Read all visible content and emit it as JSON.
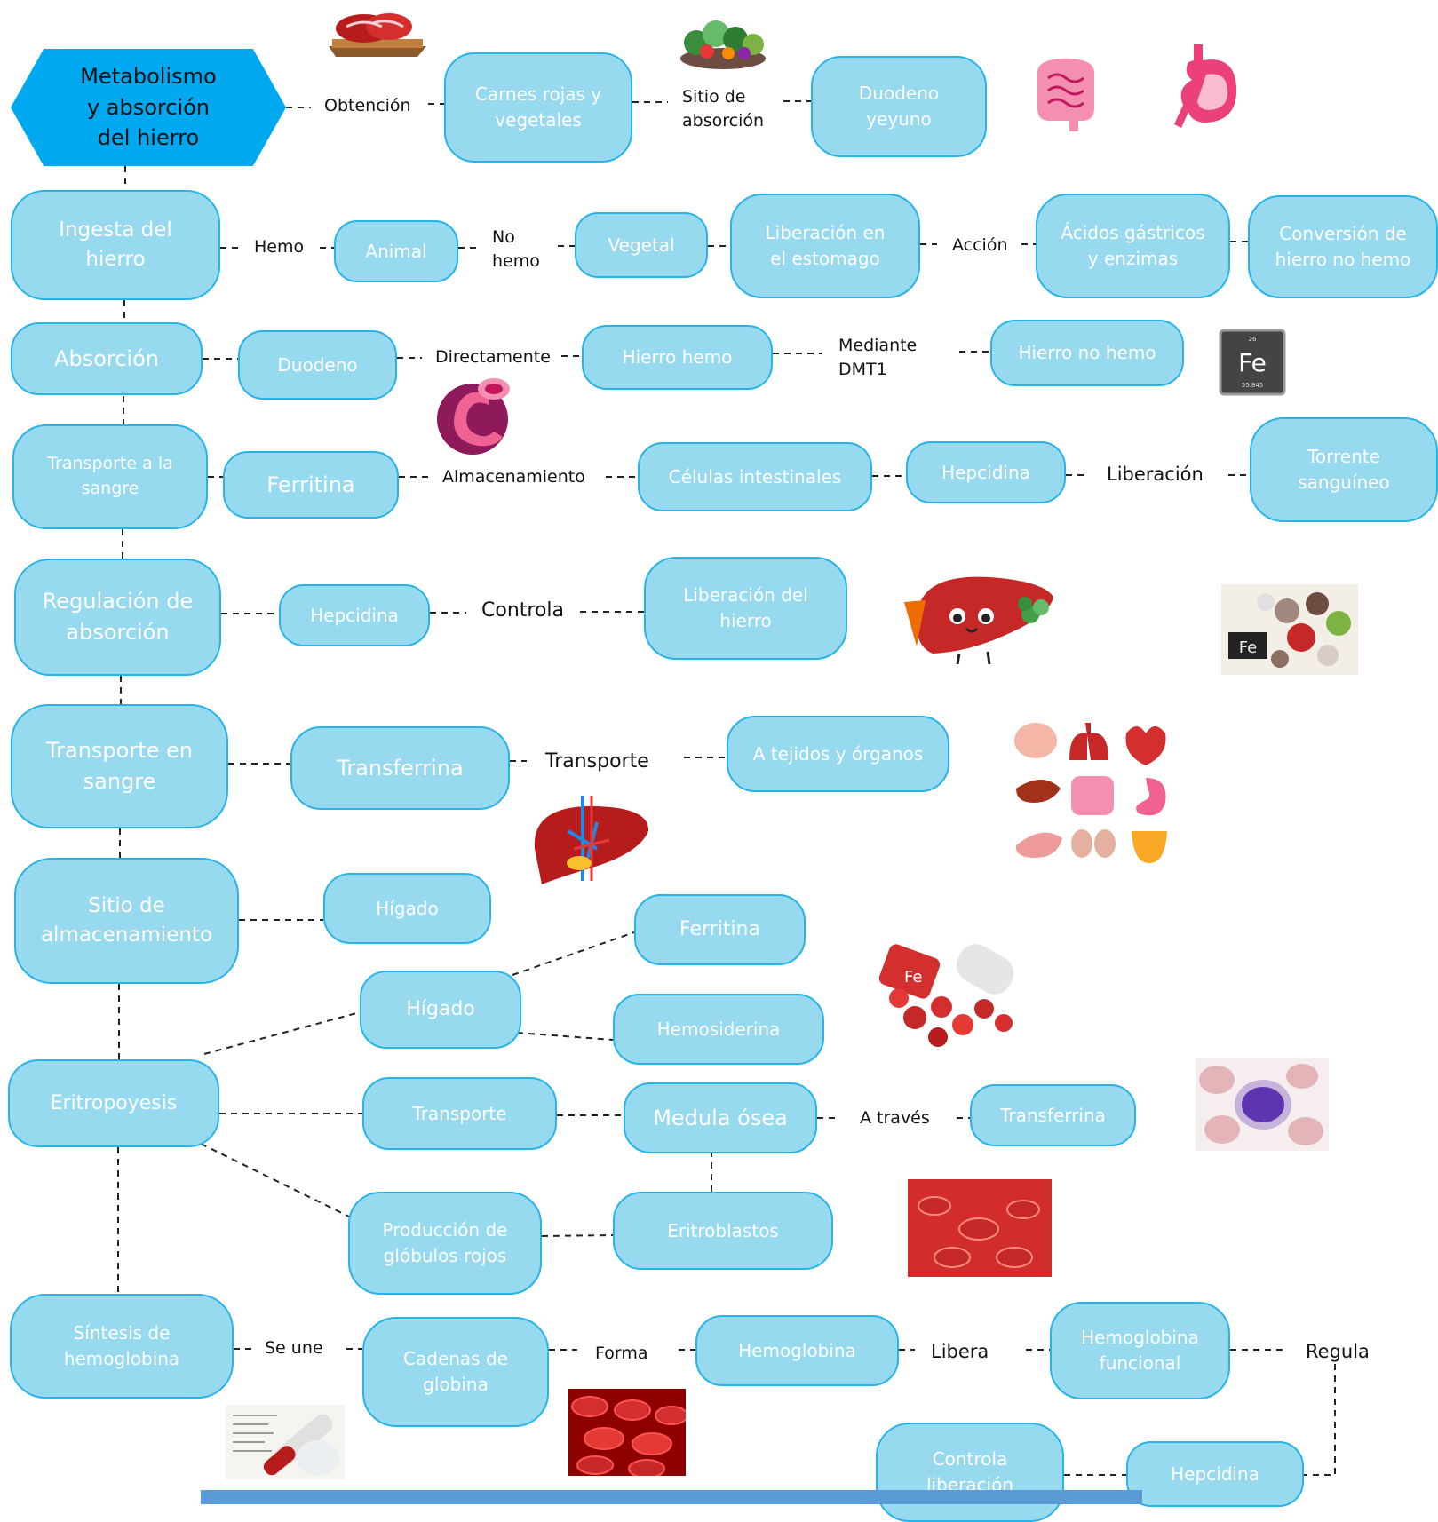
{
  "title": "Metabolismo\ny absorción\ndel hierro",
  "nodes": {
    "carnes": "Carnes rojas y\nvegetales",
    "duodeno_yeyuno": "Duodeno\nyeyuno",
    "ingesta": "Ingesta del\nhierro",
    "animal": "Animal",
    "vegetal": "Vegetal",
    "liberacion_estomago": "Liberación en\nel estomago",
    "acidos": "Ácidos gástricos\ny enzimas",
    "conversion": "Conversión de\nhierro no hemo",
    "absorcion": "Absorción",
    "duodeno": "Duodeno",
    "hierro_hemo": "Hierro hemo",
    "hierro_no_hemo": "Hierro no hemo",
    "transporte_sangre_a": "Transporte a la\nsangre",
    "ferritina_1": "Ferritina",
    "celulas": "Células intestinales",
    "hepcidina_1": "Hepcidina",
    "torrente": "Torrente\nsanguíneo",
    "regulacion": "Regulación de\nabsorción",
    "hepcidina_2": "Hepcidina",
    "liberacion_hierro": "Liberación del\nhierro",
    "transporte_sangre": "Transporte en\nsangre",
    "transferrina_1": "Transferrina",
    "tejidos": "A tejidos y órganos",
    "sitio_almacen": "Sitio de\nalmacenamiento",
    "higado_1": "Hígado",
    "ferritina_2": "Ferritina",
    "higado_2": "Hígado",
    "hemosiderina": "Hemosiderina",
    "eritropoyesis": "Eritropoyesis",
    "transporte": "Transporte",
    "medula": "Medula ósea",
    "transferrina_2": "Transferrina",
    "produccion": "Producción de\nglóbulos rojos",
    "eritroblastos": "Eritroblastos",
    "sintesis": "Síntesis de\nhemoglobina",
    "cadenas": "Cadenas de\nglobina",
    "hemoglobina": "Hemoglobina",
    "hemoglobina_funcional": "Hemoglobina\nfuncional",
    "controla_liberacion": "Controla\nliberación",
    "hepcidina_3": "Hepcidina"
  },
  "labels": {
    "obtencion": "Obtención",
    "sitio_absorcion": "Sitio de\nabsorción",
    "hemo": "Hemo",
    "no_hemo": "No\nhemo",
    "accion": "Acción",
    "directamente": "Directamente",
    "mediante": "Mediante\nDMT1",
    "almacenamiento": "Almacenamiento",
    "liberacion": "Liberación",
    "controla": "Controla",
    "transporte_lbl": "Transporte",
    "a_traves": "A través",
    "se_une": "Se une",
    "forma": "Forma",
    "libera": "Libera",
    "regula": "Regula"
  },
  "images": {
    "fe_element_symbol": "Fe",
    "fe_element_number": "26",
    "fe_element_mass": "55.845",
    "fe_foods_symbol": "Fe",
    "fe_pill_symbol": "Fe"
  },
  "colors": {
    "node_fill": "#97d9ef",
    "node_border": "#28b4e6",
    "title_fill": "#00a8f0",
    "connector": "#222222",
    "bottom_bar": "#5b9bd5"
  },
  "icons": [
    "meat-icon",
    "vegetables-icon",
    "intestine-icon",
    "stomach-icon",
    "duodenum-icon",
    "iron-element-icon",
    "liver-character-icon",
    "iron-foods-icon",
    "organs-grid-icon",
    "liver-vessels-icon",
    "iron-pills-icon",
    "blood-cell-micro-icon",
    "blood-vessel-icon",
    "blood-test-icon",
    "red-blood-cells-icon"
  ]
}
